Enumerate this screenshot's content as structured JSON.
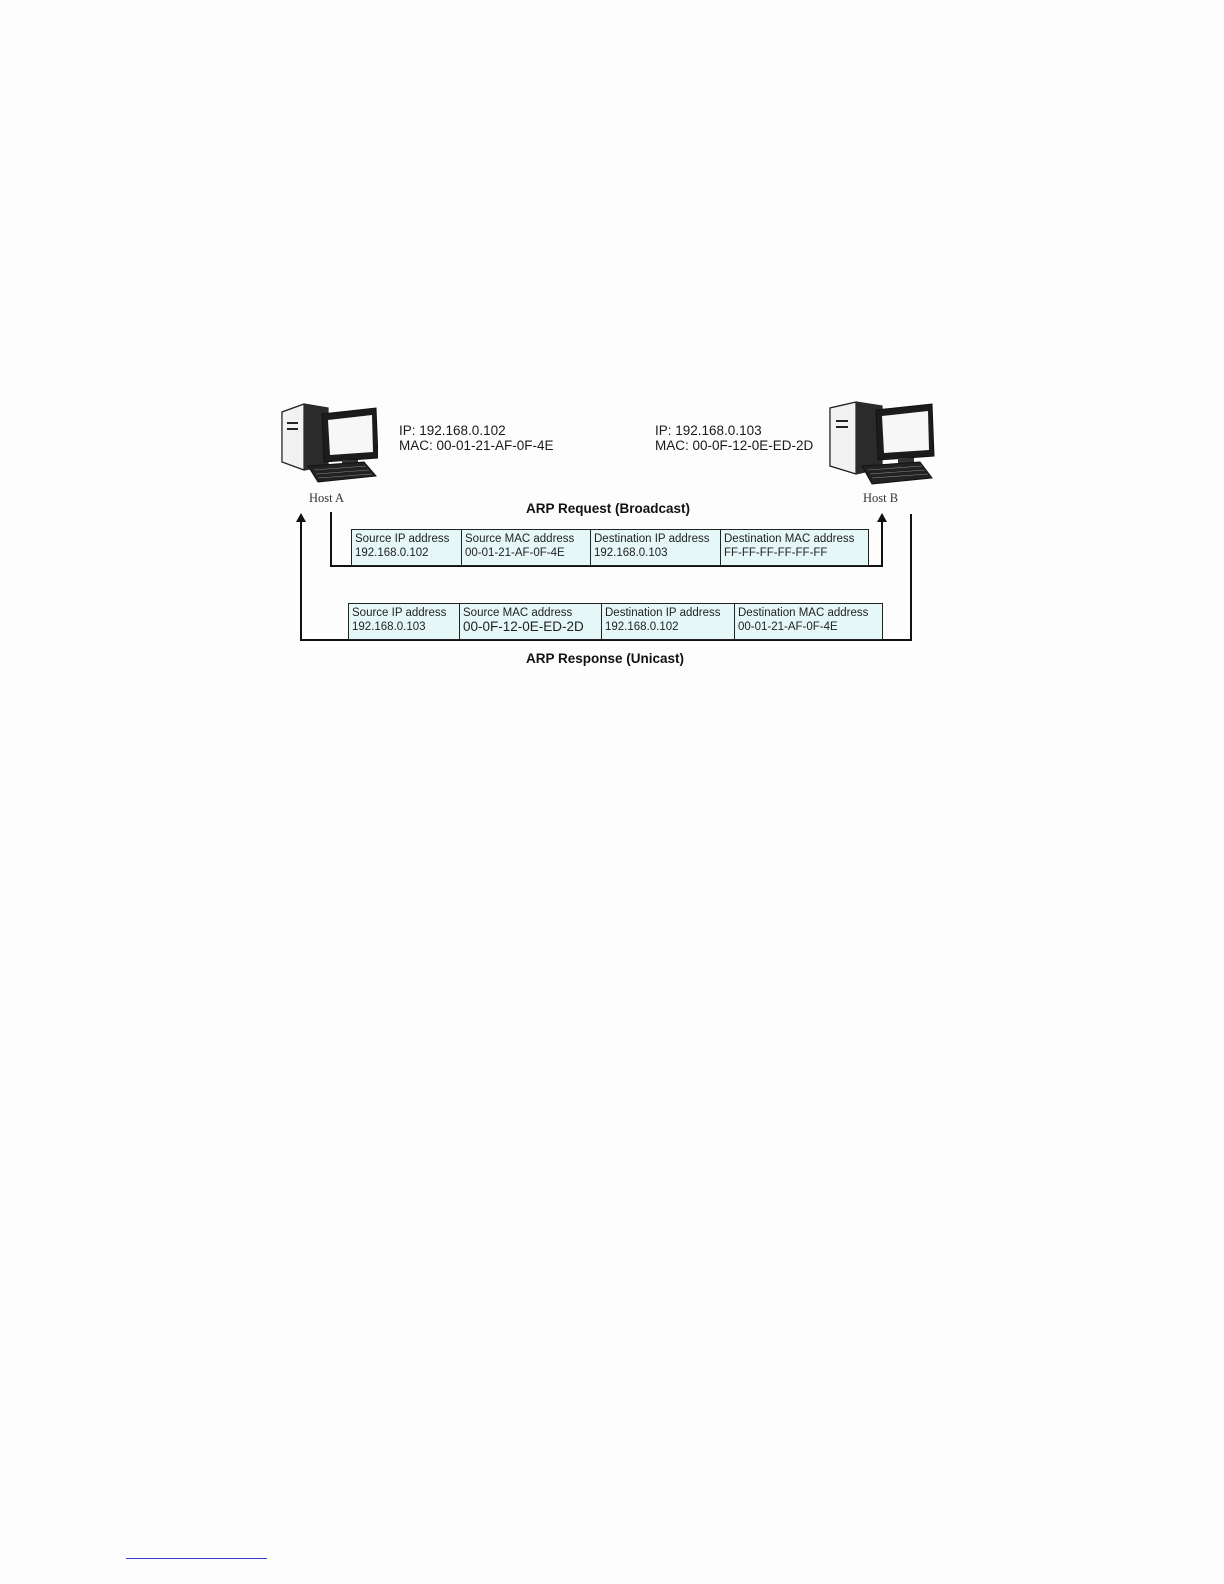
{
  "diagram": {
    "host_a": {
      "label": "Host A",
      "ip_line": "IP: 192.168.0.102",
      "mac_line": "MAC: 00-01-21-AF-0F-4E"
    },
    "host_b": {
      "label": "Host B",
      "ip_line": "IP: 192.168.0.103",
      "mac_line": "MAC: 00-0F-12-0E-ED-2D"
    },
    "request": {
      "title": "ARP Request (Broadcast)",
      "fields": [
        {
          "name": "Source IP address",
          "value": "192.168.0.102"
        },
        {
          "name": "Source MAC address",
          "value": "00-01-21-AF-0F-4E"
        },
        {
          "name": "Destination IP address",
          "value": "192.168.0.103"
        },
        {
          "name": "Destination MAC address",
          "value": "FF-FF-FF-FF-FF-FF"
        }
      ]
    },
    "response": {
      "title": "ARP Response (Unicast)",
      "fields": [
        {
          "name": "Source IP address",
          "value": "192.168.0.103"
        },
        {
          "name": "Source MAC address",
          "value": "00-0F-12-0E-ED-2D"
        },
        {
          "name": "Destination IP address",
          "value": "192.168.0.102"
        },
        {
          "name": "Destination MAC address",
          "value": "00-01-21-AF-0F-4E"
        }
      ]
    },
    "colors": {
      "packet_fill": "#e6f7f8",
      "line": "#111111",
      "footnote_rule": "#3a3ad0"
    }
  }
}
